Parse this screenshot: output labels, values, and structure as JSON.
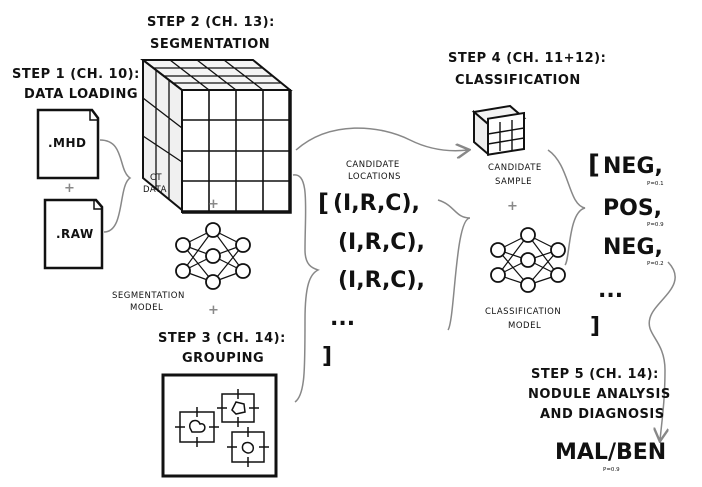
{
  "step1": {
    "title": "STEP 1 (CH. 10):",
    "subtitle": "DATA LOADING"
  },
  "files": {
    "mhd": ".MHD",
    "plus": "+",
    "raw": ".RAW"
  },
  "ct_data": {
    "line1": "CT",
    "line2": "DATA"
  },
  "step2": {
    "title": "STEP 2 (CH. 13):",
    "subtitle": "SEGMENTATION"
  },
  "seg_model": {
    "plus_top": "+",
    "line1": "SEGMENTATION",
    "line2": "MODEL",
    "plus_bottom": "+"
  },
  "step3": {
    "title": "STEP 3 (CH. 14):",
    "subtitle": "GROUPING"
  },
  "candidates": {
    "label1": "CANDIDATE",
    "label2": "LOCATIONS",
    "open": "[",
    "rows": [
      "(I,R,C),",
      "(I,R,C),",
      "(I,R,C),"
    ],
    "ellipsis": "...",
    "close": "]"
  },
  "step4": {
    "title": "STEP 4 (CH. 11+12):",
    "subtitle": "CLASSIFICATION"
  },
  "sample": {
    "line1": "CANDIDATE",
    "line2": "SAMPLE",
    "plus": "+"
  },
  "cls_model": {
    "line1": "CLASSIFICATION",
    "line2": "MODEL"
  },
  "results": {
    "open": "[",
    "items": [
      {
        "label": "NEG,",
        "p": "P=0.1"
      },
      {
        "label": "POS,",
        "p": "P=0.9"
      },
      {
        "label": "NEG,",
        "p": "P=0.2"
      }
    ],
    "ellipsis": "...",
    "close": "]"
  },
  "step5": {
    "title": "STEP 5 (CH. 14):",
    "line2": "NODULE ANALYSIS",
    "line3": "AND DIAGNOSIS"
  },
  "diagnosis": {
    "label": "MAL/BEN",
    "p": "P=0.9"
  }
}
